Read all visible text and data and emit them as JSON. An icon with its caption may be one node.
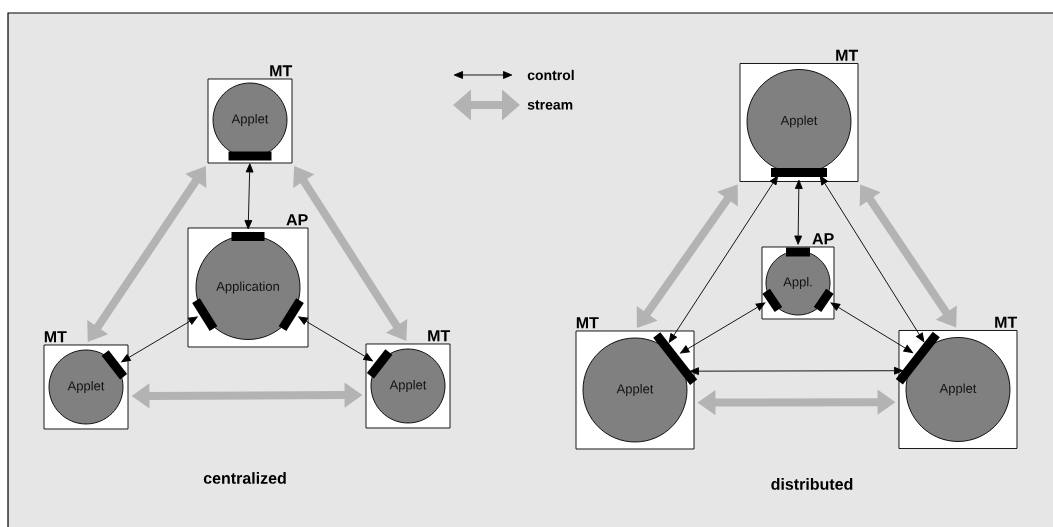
{
  "diagram": {
    "nodes": [
      {
        "text": [
          "MT"
        ]
      },
      {
        "text": [
          "Applet"
        ],
        "in": 0
      },
      {
        "text": [
          "AP"
        ]
      },
      {
        "text": [
          "Application"
        ],
        "in": 2
      },
      {
        "text": [
          "MT"
        ]
      },
      {
        "text": [
          "Applet"
        ],
        "in": 4
      },
      {
        "text": [
          "MT"
        ]
      },
      {
        "text": [
          "Applet"
        ],
        "in": 6
      },
      {
        "text": [
          "MT"
        ]
      },
      {
        "text": [
          "Applet"
        ],
        "in": 8
      },
      {
        "text": [
          "AP"
        ]
      },
      {
        "text": [
          "Appl."
        ],
        "in": 10
      },
      {
        "text": [
          "MT"
        ]
      },
      {
        "text": [
          "Applet"
        ],
        "in": 12
      },
      {
        "text": [
          "MT"
        ]
      },
      {
        "text": [
          "Applet"
        ],
        "in": 14
      }
    ],
    "edges": [
      {
        "from": 1,
        "to": 3,
        "arrow": "both"
      },
      {
        "from": 3,
        "to": 5,
        "arrow": "both"
      },
      {
        "from": 3,
        "to": 7,
        "arrow": "both"
      },
      {
        "from": 0,
        "to": 4,
        "arrow": "both",
        "style": "thick",
        "color": "#b3b3b3"
      },
      {
        "from": 0,
        "to": 6,
        "arrow": "both",
        "style": "thick",
        "color": "#b3b3b3"
      },
      {
        "from": 4,
        "to": 6,
        "arrow": "both",
        "style": "thick",
        "color": "#b3b3b3"
      },
      {
        "from": 9,
        "to": 11,
        "arrow": "both"
      },
      {
        "from": 9,
        "to": 13,
        "arrow": "both"
      },
      {
        "from": 9,
        "to": 15,
        "arrow": "both"
      },
      {
        "from": 11,
        "to": 13,
        "arrow": "both"
      },
      {
        "from": 11,
        "to": 15,
        "arrow": "both"
      },
      {
        "from": 13,
        "to": 15,
        "arrow": "both"
      },
      {
        "from": 8,
        "to": 12,
        "arrow": "both",
        "style": "thick",
        "color": "#b3b3b3"
      },
      {
        "from": 8,
        "to": 14,
        "arrow": "both",
        "style": "thick",
        "color": "#b3b3b3"
      },
      {
        "from": 12,
        "to": 14,
        "arrow": "both",
        "style": "thick",
        "color": "#b3b3b3"
      }
    ],
    "labels": [
      "centralized",
      "distributed"
    ],
    "legend": [
      {
        "text": "control"
      },
      {
        "text": "stream"
      }
    ]
  }
}
